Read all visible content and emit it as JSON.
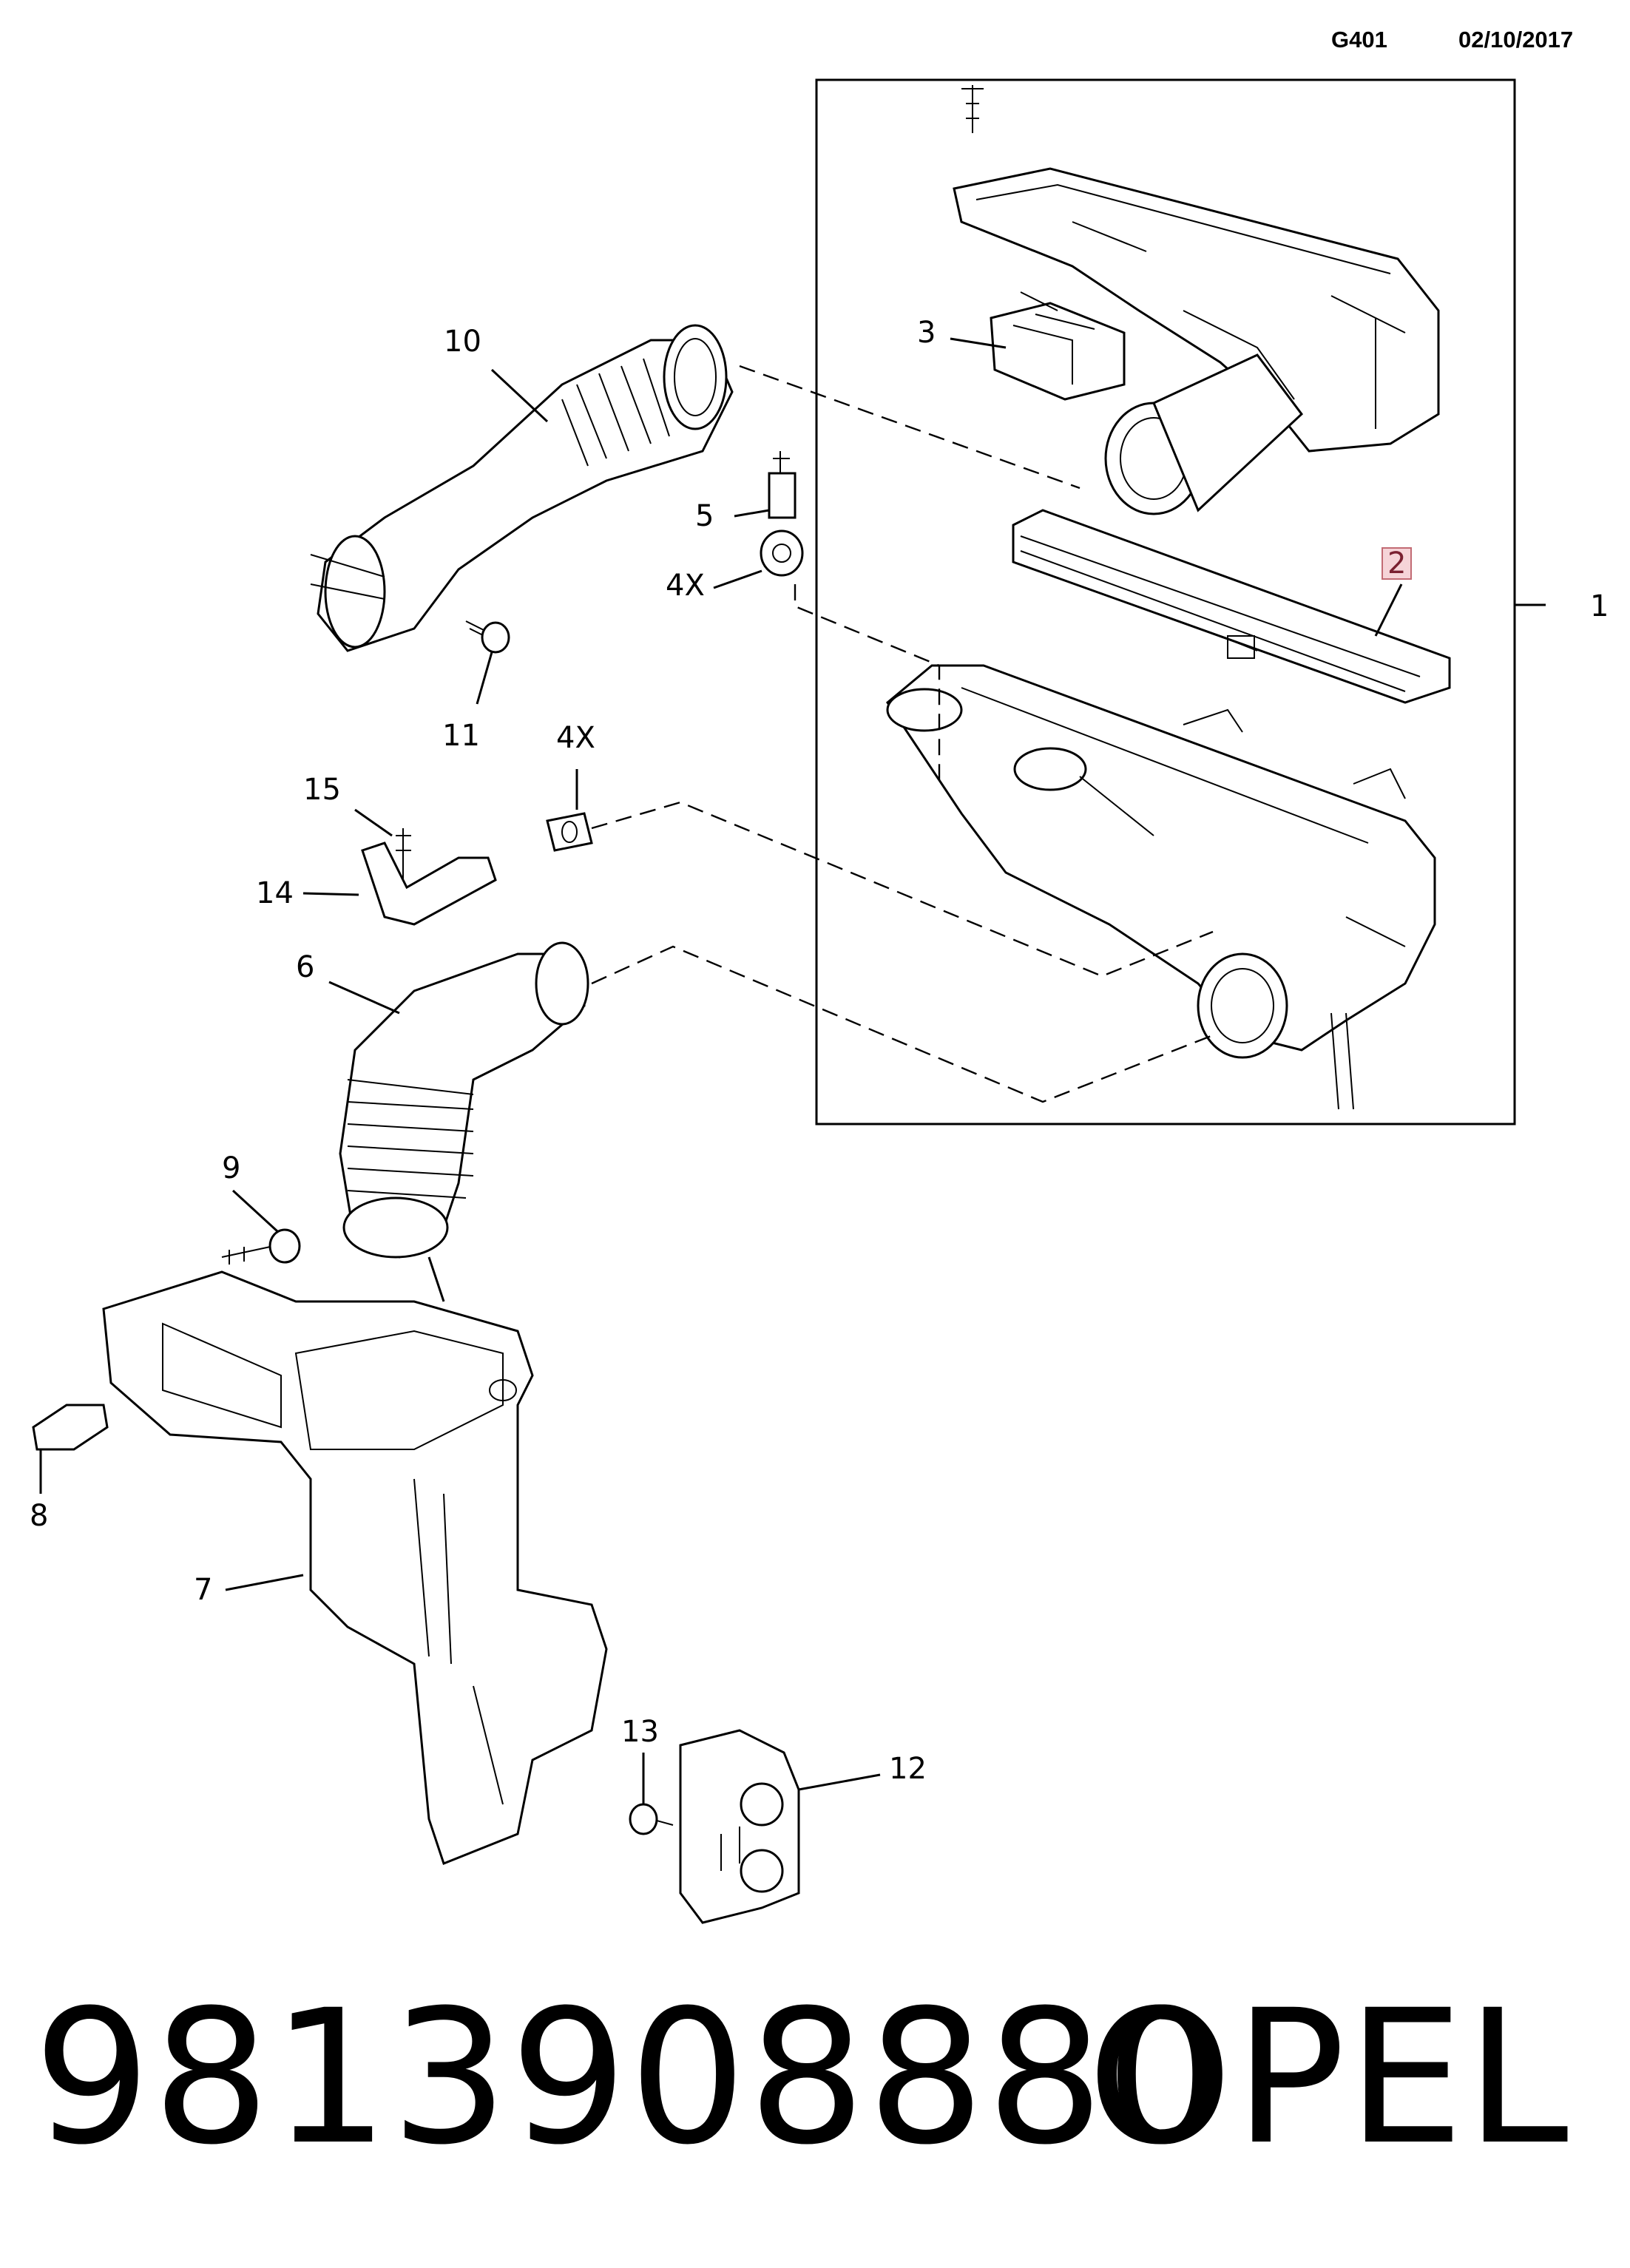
{
  "header": {
    "illustration_code": "G401",
    "date": "02/10/2017"
  },
  "callouts": {
    "c1": "1",
    "c2": "2",
    "c3": "3",
    "c4x_upper": "4X",
    "c4x_lower": "4X",
    "c5": "5",
    "c6": "6",
    "c7": "7",
    "c8": "8",
    "c9": "9",
    "c10": "10",
    "c11": "11",
    "c12": "12",
    "c13": "13",
    "c14": "14",
    "c15": "15"
  },
  "highlight_color": "#f6d4d8",
  "footer": {
    "part_number": "9813908880",
    "brand": "OPEL"
  }
}
